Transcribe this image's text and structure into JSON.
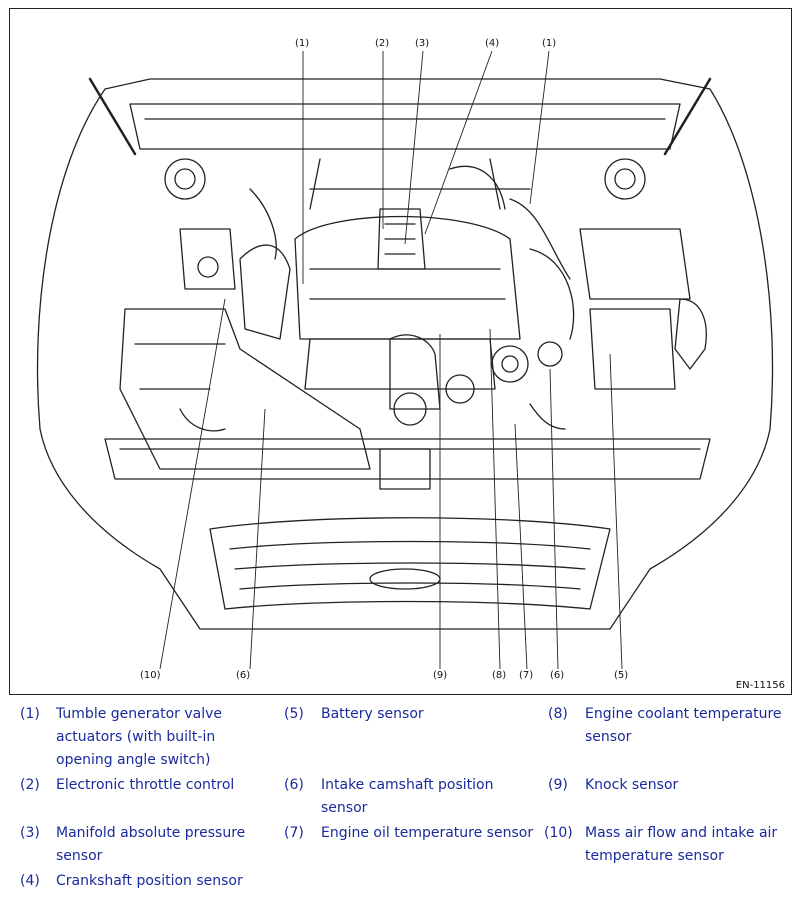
{
  "figure": {
    "id_label": "EN-11156",
    "callouts": {
      "top_1a": "(1)",
      "top_2": "(2)",
      "top_3": "(3)",
      "top_4": "(4)",
      "top_1b": "(1)",
      "bottom_10": "(10)",
      "bottom_6a": "(6)",
      "bottom_9": "(9)",
      "bottom_8": "(8)",
      "bottom_7": "(7)",
      "bottom_6b": "(6)",
      "bottom_5": "(5)"
    }
  },
  "legend": {
    "color": "#1a2a9c",
    "items": [
      {
        "num": "(1)",
        "text_lines": [
          "Tumble generator valve",
          "actuators (with built-in",
          "opening angle switch)"
        ]
      },
      {
        "num": "(2)",
        "text_lines": [
          "Electronic throttle control"
        ]
      },
      {
        "num": "(3)",
        "text_lines": [
          "Manifold absolute pressure",
          "sensor"
        ]
      },
      {
        "num": "(4)",
        "text_lines": [
          "Crankshaft position sensor"
        ]
      },
      {
        "num": "(5)",
        "text_lines": [
          "Battery sensor"
        ]
      },
      {
        "num": "(6)",
        "text_lines": [
          "Intake camshaft position",
          "sensor"
        ]
      },
      {
        "num": "(7)",
        "text_lines": [
          "Engine oil temperature sensor"
        ]
      },
      {
        "num": "(8)",
        "text_lines": [
          "Engine coolant temperature",
          "sensor"
        ]
      },
      {
        "num": "(9)",
        "text_lines": [
          "Knock sensor"
        ]
      },
      {
        "num": "(10)",
        "text_lines": [
          "Mass air flow and intake air",
          "temperature sensor"
        ]
      }
    ]
  }
}
